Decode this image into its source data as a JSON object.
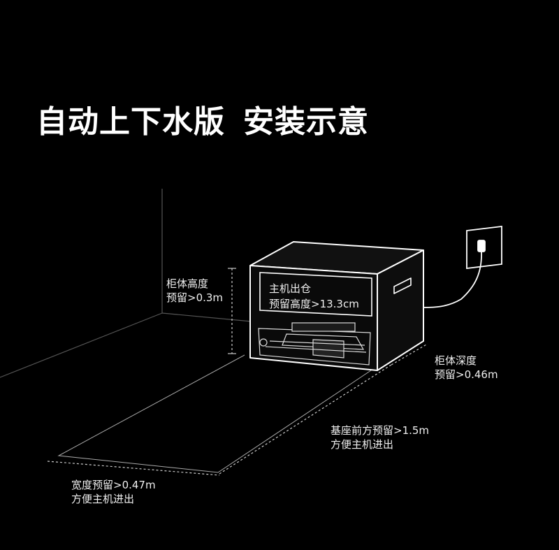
{
  "title": {
    "part1": "自动上下水版",
    "part2": "安装示意"
  },
  "labels": {
    "cabinet_height": {
      "line1": "柜体高度",
      "line2": "预留>0.3m"
    },
    "host_exit": {
      "line1": "主机出仓",
      "line2": "预留高度>13.3cm"
    },
    "cabinet_depth": {
      "line1": "柜体深度",
      "line2": "预留>0.46m"
    },
    "front_space": {
      "line1": "基座前方预留>1.5m",
      "line2": "方便主机进出"
    },
    "width_space": {
      "line1": "宽度预留>0.47m",
      "line2": "方便主机进出"
    }
  },
  "colors": {
    "background": "#000000",
    "line": "#ffffff",
    "text": "#f0f0f0"
  }
}
